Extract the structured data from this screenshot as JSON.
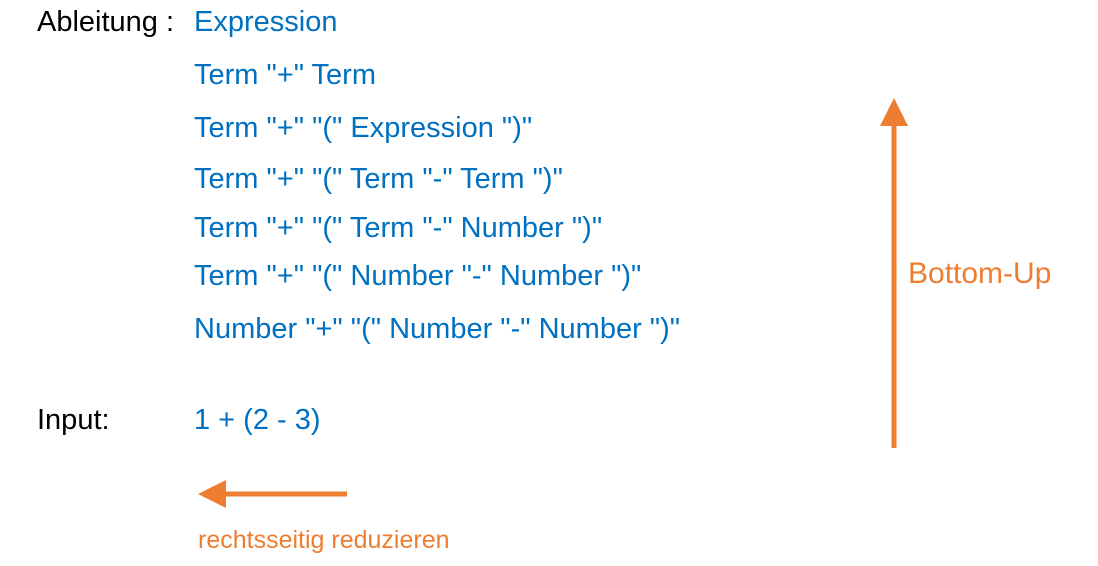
{
  "labels": {
    "derivation": "Ableitung :",
    "input": "Input:"
  },
  "derivation_steps": [
    "Expression",
    "Term \"+\" Term",
    "Term \"+\" \"(\" Expression \")\"",
    "Term \"+\" \"(\" Term \"-\" Term \")\"",
    "Term \"+\" \"(\" Term \"-\" Number \")\"",
    "Term \"+\" \"(\" Number \"-\" Number \")\"",
    "Number \"+\" \"(\" Number \"-\" Number \")\""
  ],
  "input_expression": "1 + (2 - 3)",
  "annotations": {
    "direction_vertical": "Bottom-Up",
    "direction_horizontal": "rechtsseitig reduzieren"
  },
  "colors": {
    "text": "#000000",
    "derivation": "#0070c0",
    "accent": "#ed7d31"
  }
}
